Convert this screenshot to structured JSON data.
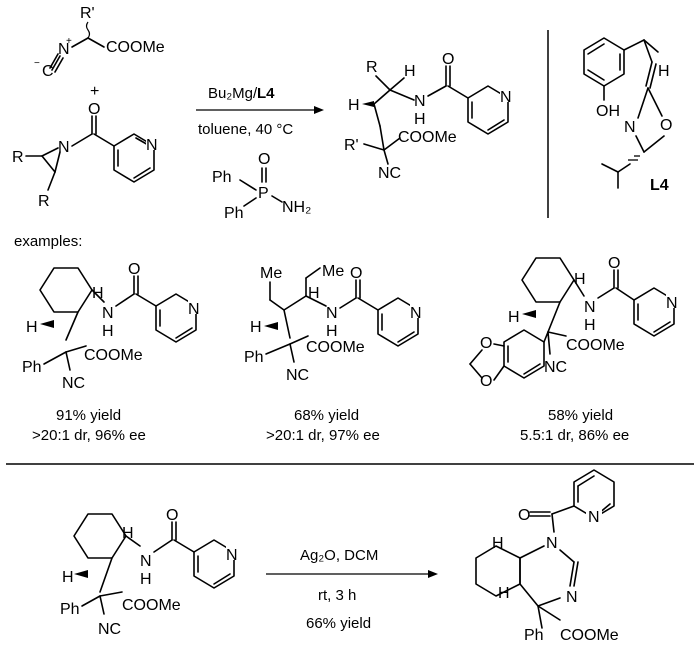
{
  "reaction1": {
    "reagent": "Bu₂Mg/",
    "ligand": "L4",
    "conditions": "toluene, 40 °C",
    "additive": {
      "ph1": "Ph",
      "ph2": "Ph",
      "o": "O",
      "p": "P",
      "nh2": "NH₂"
    },
    "isocyanide": {
      "c": "C",
      "n": "N",
      "r": "R'",
      "ester": "COOMe"
    },
    "aziridine": {
      "r1": "R",
      "r2": "R",
      "n": "N",
      "o": "O",
      "pyN": "N"
    },
    "product": {
      "r": "R",
      "h1": "H",
      "h2": "H",
      "nh": "N",
      "nhH": "H",
      "o": "O",
      "pyN": "N",
      "rp": "R'",
      "ester": "COOMe",
      "nc": "NC"
    },
    "plus": "+"
  },
  "ligand_box": {
    "name": "L4",
    "oh": "OH",
    "n": "N",
    "o": "O",
    "h": "H"
  },
  "examples": {
    "heading": "examples:",
    "items": [
      {
        "h1": "H",
        "h2": "H",
        "nh": "N",
        "nhH": "H",
        "o": "O",
        "pyN": "N",
        "ph": "Ph",
        "ester": "COOMe",
        "nc": "NC",
        "yield": "91% yield",
        "selectivity": ">20:1 dr, 96% ee"
      },
      {
        "me1": "Me",
        "me2": "Me",
        "h1": "H",
        "h2": "H",
        "nh": "N",
        "nhH": "H",
        "o": "O",
        "pyN": "N",
        "ph": "Ph",
        "ester": "COOMe",
        "nc": "NC",
        "yield": "68% yield",
        "selectivity": ">20:1 dr, 97% ee"
      },
      {
        "h1": "H",
        "h2": "H",
        "nh": "N",
        "nhH": "H",
        "o": "O",
        "pyN": "N",
        "o1": "O",
        "o2": "O",
        "ester": "COOMe",
        "nc": "NC",
        "yield": "58% yield",
        "selectivity": "5.5:1 dr, 86% ee"
      }
    ]
  },
  "reaction2": {
    "reagent": "Ag₂O, DCM",
    "time": "rt, 3 h",
    "yield": "66% yield",
    "start": {
      "h1": "H",
      "h2": "H",
      "nh": "N",
      "nhH": "H",
      "o": "O",
      "pyN": "N",
      "ph": "Ph",
      "ester": "COOMe",
      "nc": "NC"
    },
    "product": {
      "o": "O",
      "pyN": "N",
      "n1": "N",
      "n2": "N",
      "h1": "H",
      "h2": "H",
      "ph": "Ph",
      "ester": "COOMe"
    }
  }
}
